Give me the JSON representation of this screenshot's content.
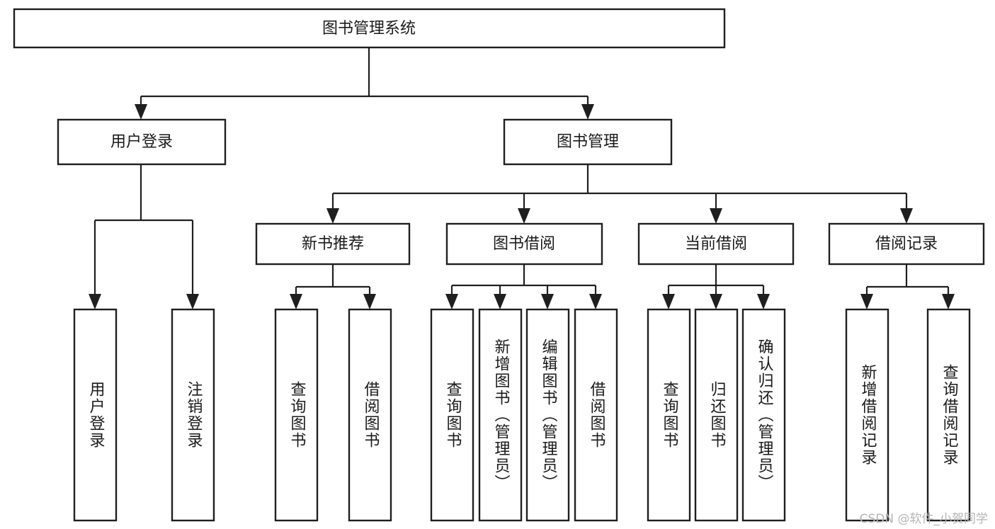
{
  "diagram": {
    "title": "图书管理系统",
    "type": "tree-hierarchy",
    "root": {
      "label": "图书管理系统"
    },
    "level2": [
      {
        "label": "用户登录"
      },
      {
        "label": "图书管理"
      }
    ],
    "level3": [
      {
        "label": "新书推荐"
      },
      {
        "label": "图书借阅"
      },
      {
        "label": "当前借阅"
      },
      {
        "label": "借阅记录"
      }
    ],
    "leaves": {
      "user_login": [
        {
          "label": "用户登录"
        },
        {
          "label": "注销登录"
        }
      ],
      "new_book_recommend": [
        {
          "label": "查询图书"
        },
        {
          "label": "借阅图书"
        }
      ],
      "book_borrow": [
        {
          "label": "查询图书"
        },
        {
          "label": "新增图书（管理员）"
        },
        {
          "label": "编辑图书（管理员）"
        },
        {
          "label": "借阅图书"
        }
      ],
      "current_borrow": [
        {
          "label": "查询图书"
        },
        {
          "label": "归还图书"
        },
        {
          "label": "确认归还（管理员）"
        }
      ],
      "borrow_record": [
        {
          "label": "新增借阅记录"
        },
        {
          "label": "查询借阅记录"
        }
      ]
    }
  },
  "watermark": {
    "text": "CSDN @软件_小贺同学"
  },
  "colors": {
    "stroke": "#1f1f1f",
    "fill": "#ffffff",
    "text": "#1a1a1a",
    "watermark": "#b4b4b4"
  }
}
